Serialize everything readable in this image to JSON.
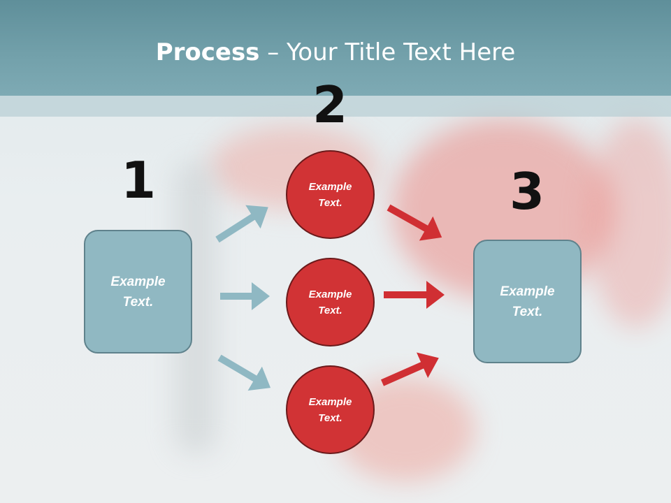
{
  "title": {
    "bold": "Process",
    "rest": " – Your Title Text Here"
  },
  "steps": {
    "one": "1",
    "two": "2",
    "three": "3"
  },
  "boxes": {
    "left": "Example\nText.",
    "right": "Example\nText."
  },
  "circles": [
    {
      "label": "Example\nText."
    },
    {
      "label": "Example\nText."
    },
    {
      "label": "Example\nText."
    }
  ],
  "colors": {
    "title_band": "#73a1ab",
    "box_fill": "#90b8c2",
    "circle_fill": "#d13335",
    "blue_arrow": "#8fb8c3",
    "red_arrow": "#d02f33"
  }
}
